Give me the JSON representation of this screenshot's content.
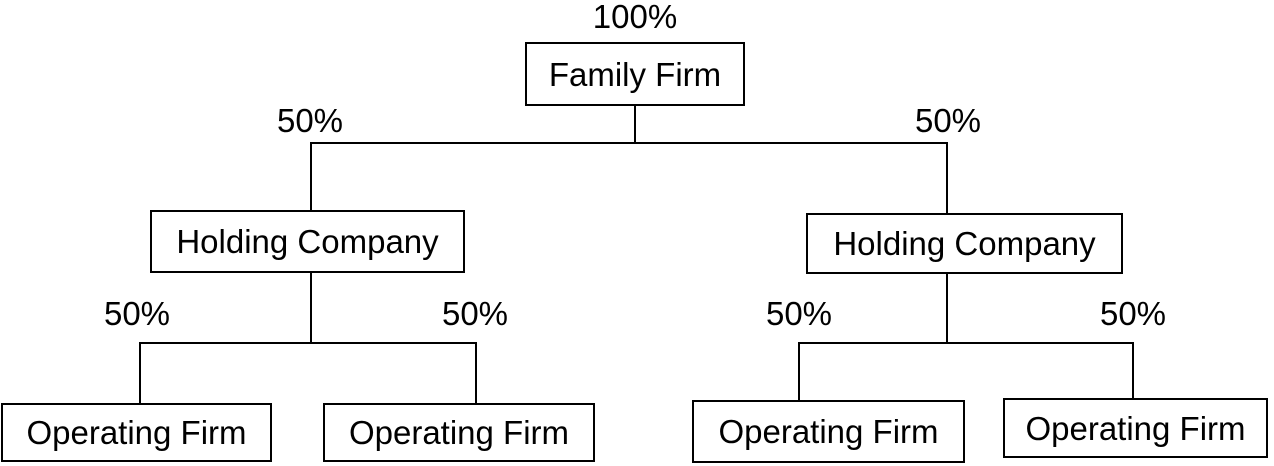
{
  "diagram": {
    "type": "ownership-tree",
    "root": {
      "percent": "100%",
      "label": "Family Firm"
    },
    "holdings": [
      {
        "percent": "50%",
        "label": "Holding Company"
      },
      {
        "percent": "50%",
        "label": "Holding Company"
      }
    ],
    "operating": [
      {
        "percent": "50%",
        "label": "Operating Firm"
      },
      {
        "percent": "50%",
        "label": "Operating Firm"
      },
      {
        "percent": "50%",
        "label": "Operating Firm"
      },
      {
        "percent": "50%",
        "label": "Operating Firm"
      }
    ],
    "colors": {
      "line": "#000000",
      "box_border": "#000000",
      "background": "#ffffff",
      "text": "#000000"
    }
  }
}
